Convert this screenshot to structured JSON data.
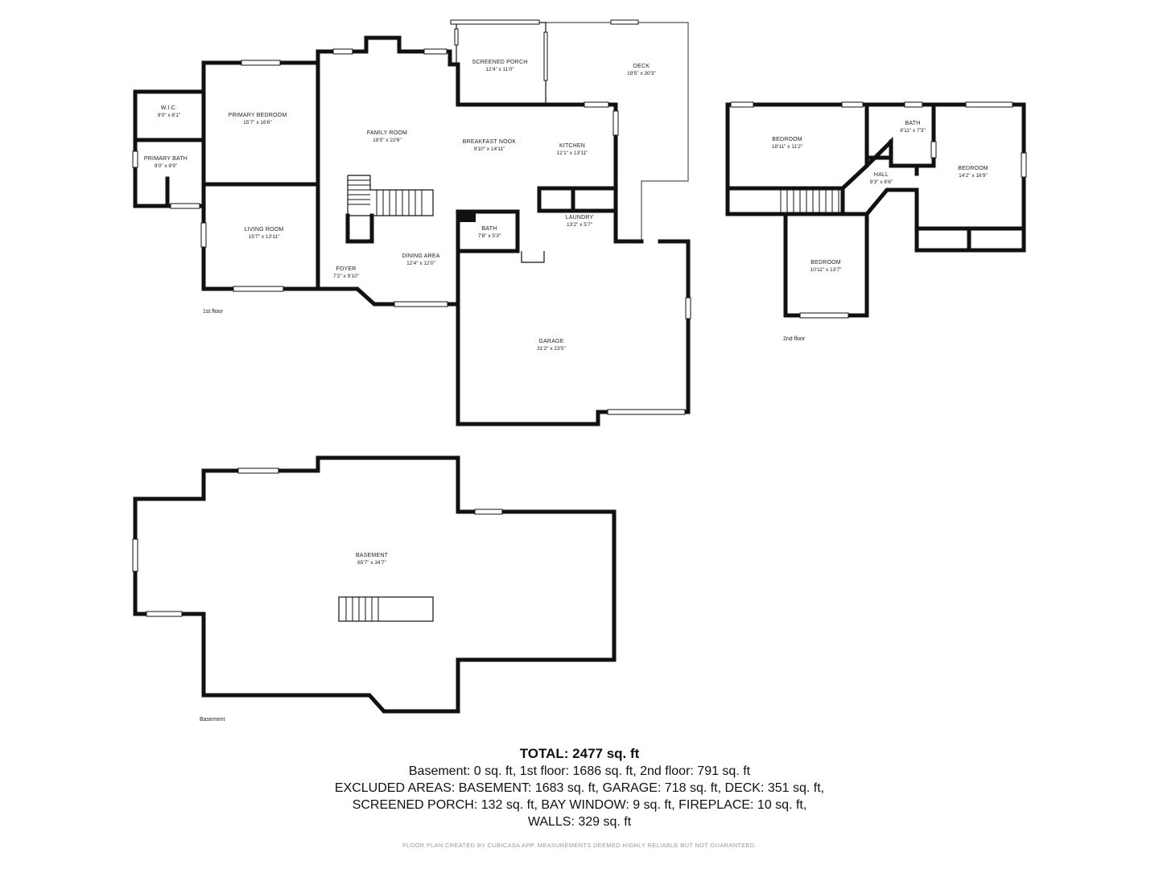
{
  "floors": [
    {
      "id": "first",
      "label": "1st floor"
    },
    {
      "id": "second",
      "label": "2nd floor"
    },
    {
      "id": "basement",
      "label": "Basement"
    }
  ],
  "rooms": [
    {
      "id": "wic",
      "name": "W.I.C.",
      "dims": "9'0\" x 6'1\""
    },
    {
      "id": "primary-bath",
      "name": "PRIMARY BATH",
      "dims": "9'0\" x 8'9\""
    },
    {
      "id": "primary-bedroom",
      "name": "PRIMARY BEDROOM",
      "dims": "15'7\" x 16'6\""
    },
    {
      "id": "living-room",
      "name": "LIVING ROOM",
      "dims": "15'7\" x 13'11\""
    },
    {
      "id": "family-room",
      "name": "FAMILY ROOM",
      "dims": "18'5\" x 22'6\""
    },
    {
      "id": "screened-porch",
      "name": "SCREENED PORCH",
      "dims": "12'4\" x 11'0\""
    },
    {
      "id": "deck",
      "name": "DECK",
      "dims": "19'5\" x 30'3\""
    },
    {
      "id": "breakfast-nook",
      "name": "BREAKFAST NOOK",
      "dims": "9'10\" x 14'11\""
    },
    {
      "id": "kitchen",
      "name": "KITCHEN",
      "dims": "12'1\" x 13'11\""
    },
    {
      "id": "laundry",
      "name": "LAUNDRY",
      "dims": "13'2\" x 5'7\""
    },
    {
      "id": "bath-1",
      "name": "BATH",
      "dims": "7'8\" x 5'3\""
    },
    {
      "id": "foyer",
      "name": "FOYER",
      "dims": "7'2\" x 9'10\""
    },
    {
      "id": "dining-area",
      "name": "DINING AREA",
      "dims": "12'4\" x 12'0\""
    },
    {
      "id": "garage",
      "name": "GARAGE",
      "dims": "31'2\" x 23'5\""
    },
    {
      "id": "bedroom-2a",
      "name": "BEDROOM",
      "dims": "18'11\" x 11'2\""
    },
    {
      "id": "bath-2",
      "name": "BATH",
      "dims": "8'11\" x 7'3\""
    },
    {
      "id": "bedroom-2b",
      "name": "BEDROOM",
      "dims": "14'2\" x 16'9\""
    },
    {
      "id": "hall",
      "name": "HALL",
      "dims": "9'3\" x 6'6\""
    },
    {
      "id": "bedroom-2c",
      "name": "BEDROOM",
      "dims": "10'11\" x 13'7\""
    },
    {
      "id": "basement-room",
      "name": "BASEMENT",
      "dims": "65'7\" x 34'7\""
    }
  ],
  "summary": {
    "total": "TOTAL: 2477 sq. ft",
    "lines": [
      "Basement: 0 sq. ft, 1st floor: 1686 sq. ft, 2nd floor: 791 sq. ft",
      "EXCLUDED AREAS: BASEMENT: 1683 sq. ft, GARAGE: 718 sq. ft, DECK: 351 sq. ft,",
      "SCREENED PORCH: 132 sq. ft, BAY WINDOW: 9 sq. ft, FIREPLACE: 10 sq. ft,",
      "WALLS: 329 sq. ft"
    ]
  },
  "footer": "FLOOR PLAN CREATED BY CUBICASA APP. MEASUREMENTS DEEMED HIGHLY RELIABLE BUT NOT GUARANTEED."
}
